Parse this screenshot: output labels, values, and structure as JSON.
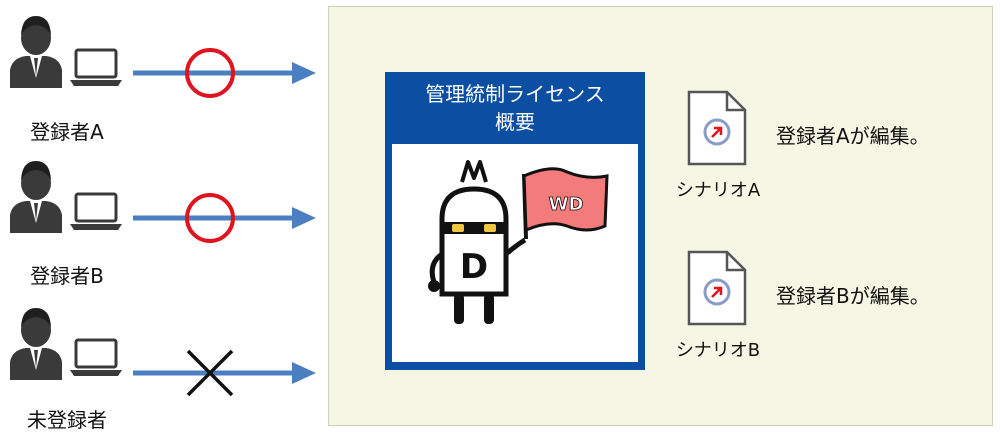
{
  "users": [
    {
      "label": "登録者A",
      "access": "allowed"
    },
    {
      "label": "登録者B",
      "access": "allowed"
    },
    {
      "label": "未登録者",
      "access": "denied"
    }
  ],
  "license": {
    "title_line1": "管理統制ライセンス",
    "title_line2": "概要",
    "mascot_letter": "D",
    "flag_text": "WD"
  },
  "scenarios": [
    {
      "file_label": "シナリオA",
      "description": "登録者Aが編集。"
    },
    {
      "file_label": "シナリオB",
      "description": "登録者Bが編集。"
    }
  ],
  "colors": {
    "arrow": "#4a7fc1",
    "allowed_mark": "#e0141e",
    "denied_mark": "#111111",
    "panel_bg": "#f5f6e4",
    "license_blue": "#0b4ea2",
    "flag_pink": "#f47b7b",
    "user_icon": "#3a3a3a"
  }
}
